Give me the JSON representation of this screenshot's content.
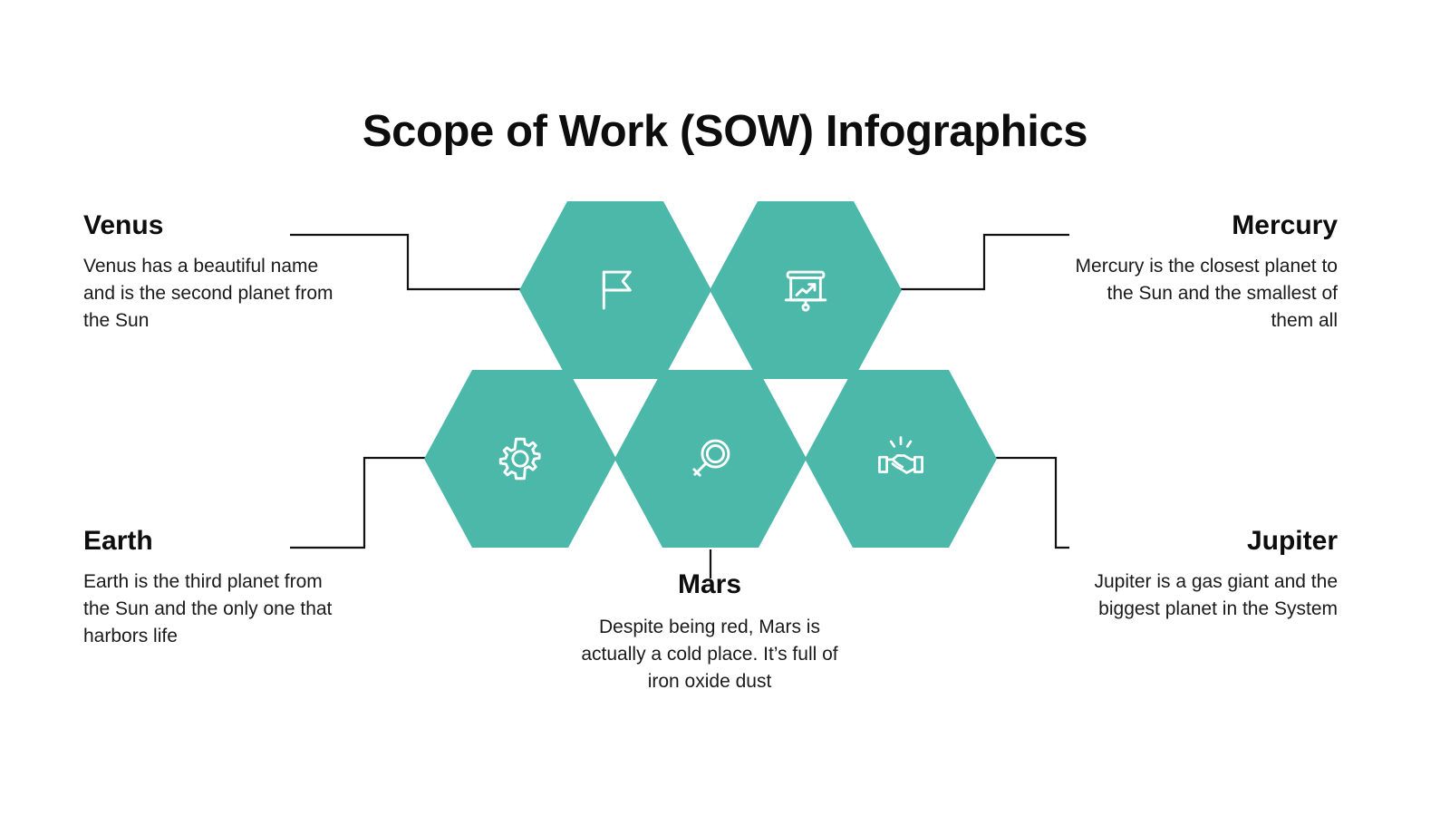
{
  "page": {
    "title": "Scope of Work (SOW) Infographics",
    "background_color": "#ffffff",
    "accent_color": "#4BB8A9",
    "line_color": "#111111",
    "text_color": "#0d0d0d"
  },
  "hexagons": [
    {
      "id": "hex-flag",
      "icon": "flag-icon",
      "position": "top-left",
      "color": "#4BB8A9"
    },
    {
      "id": "hex-presentation",
      "icon": "presentation-chart-icon",
      "position": "top-right",
      "color": "#4BB8A9"
    },
    {
      "id": "hex-gear",
      "icon": "gear-icon",
      "position": "bottom-left",
      "color": "#4BB8A9"
    },
    {
      "id": "hex-search",
      "icon": "magnifier-icon",
      "position": "bottom-center",
      "color": "#4BB8A9"
    },
    {
      "id": "hex-handshake",
      "icon": "handshake-icon",
      "position": "bottom-right",
      "color": "#4BB8A9"
    }
  ],
  "items": [
    {
      "key": "venus",
      "heading": "Venus",
      "body": "Venus has a beautiful name and is the second planet from the Sun",
      "align": "left"
    },
    {
      "key": "mercury",
      "heading": "Mercury",
      "body": "Mercury is the closest planet to the Sun and the smallest of them all",
      "align": "right"
    },
    {
      "key": "earth",
      "heading": "Earth",
      "body": "Earth is the third planet from the Sun and the only one that harbors life",
      "align": "left"
    },
    {
      "key": "jupiter",
      "heading": "Jupiter",
      "body": "Jupiter is a gas giant and the biggest planet in the System",
      "align": "right"
    },
    {
      "key": "mars",
      "heading": "Mars",
      "body": "Despite being red, Mars is actually a cold place. It’s full of iron oxide dust",
      "align": "center"
    }
  ]
}
